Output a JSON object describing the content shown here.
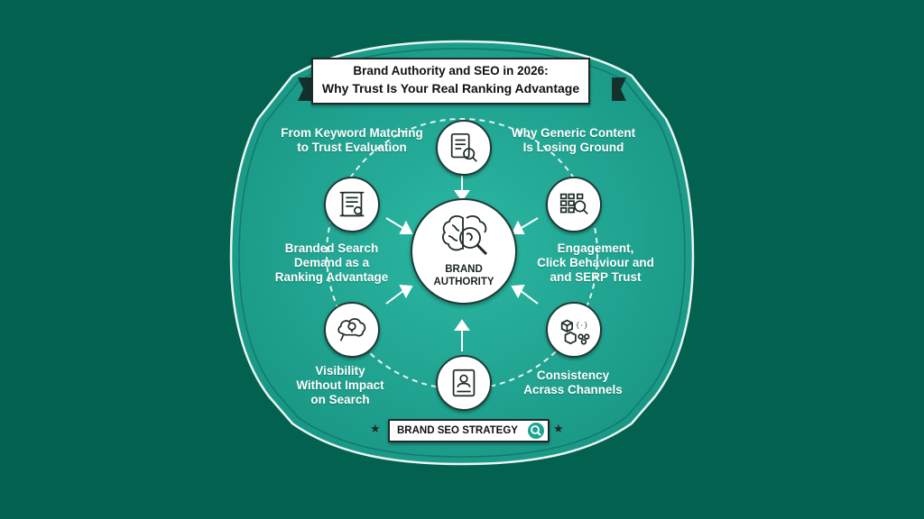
{
  "title": {
    "line1": "Brand Authority and SEO in 2026:",
    "line2": "Why Trust Is Your Real Ranking Advantage"
  },
  "center": {
    "line1": "BRAND",
    "line2": "AUTHORITY"
  },
  "topics": [
    {
      "lines": [
        "From Keyword Matching",
        "to Trust Evaluation"
      ]
    },
    {
      "lines": [
        "Why Generic Content",
        "Is Losing Ground"
      ]
    },
    {
      "lines": [
        "Branded Search",
        "Demand as a",
        "Ranking Advantage"
      ]
    },
    {
      "lines": [
        "Engagement,",
        "Click Behaviour and",
        "and SERP Trust"
      ]
    },
    {
      "lines": [
        "Visibility",
        "Without Impact",
        "on Search"
      ]
    },
    {
      "lines": [
        "Consistency",
        "Acrass Channels"
      ]
    }
  ],
  "footer": {
    "label": "BRAND SEO STRATEGY"
  },
  "icons": {
    "top": "document-search-icon",
    "upper_left": "scroll-icon",
    "upper_right": "data-analysis-icon",
    "lower_left": "lightbulb-idea-icon",
    "lower_right": "cubes-code-icon",
    "bottom": "profile-card-icon",
    "center": "brain-magnifier-icon"
  },
  "colors": {
    "background": "#02614f",
    "panel": "#1da592",
    "node_fill": "#ffffff",
    "outline": "#1f3a36"
  }
}
